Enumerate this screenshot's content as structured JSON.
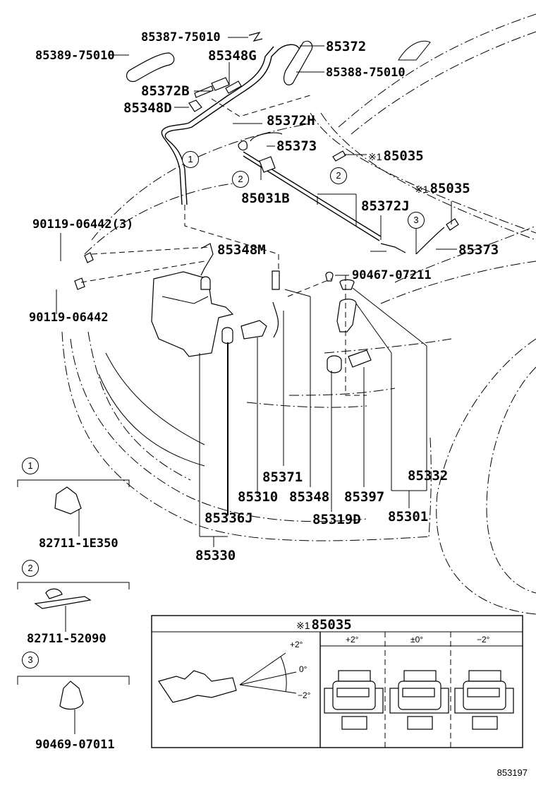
{
  "diagram": {
    "title": "Windshield washer system parts diagram",
    "figure_number": "853197",
    "callouts": {
      "p85387_75010": "85387-75010",
      "p85389_75010": "85389-75010",
      "p85372": "85372",
      "p85348G": "85348G",
      "p85388_75010": "85388-75010",
      "p85372B": "85372B",
      "p85348D": "85348D",
      "p85372H": "85372H",
      "p85373_a": "85373",
      "p85035_a": "85035",
      "p85031B": "85031B",
      "p85035_b": "85035",
      "p85372J": "85372J",
      "p90119_06442_3": "90119-06442(3)",
      "p85348M": "85348M",
      "p85373_b": "85373",
      "p90467_07211": "90467-07211",
      "p90119_06442": "90119-06442",
      "p85371": "85371",
      "p85332": "85332",
      "p85310": "85310",
      "p85348": "85348",
      "p85397": "85397",
      "p85336J": "85336J",
      "p85319D": "85319D",
      "p85301": "85301",
      "p85330": "85330"
    },
    "note_mark": "※1",
    "circled_refs": {
      "one": "1",
      "two": "2",
      "three": "3"
    },
    "legend_clips": [
      {
        "ref": "1",
        "part_number": "82711-1E350"
      },
      {
        "ref": "2",
        "part_number": "82711-52090"
      },
      {
        "ref": "3",
        "part_number": "90469-07011"
      }
    ],
    "detail_box": {
      "title_mark": "※1",
      "title_part": "85035",
      "angle_labels": {
        "up": "+2°",
        "zero": "0°",
        "down": "−2°"
      },
      "columns": [
        "+2°",
        "±0°",
        "−2°"
      ]
    }
  }
}
